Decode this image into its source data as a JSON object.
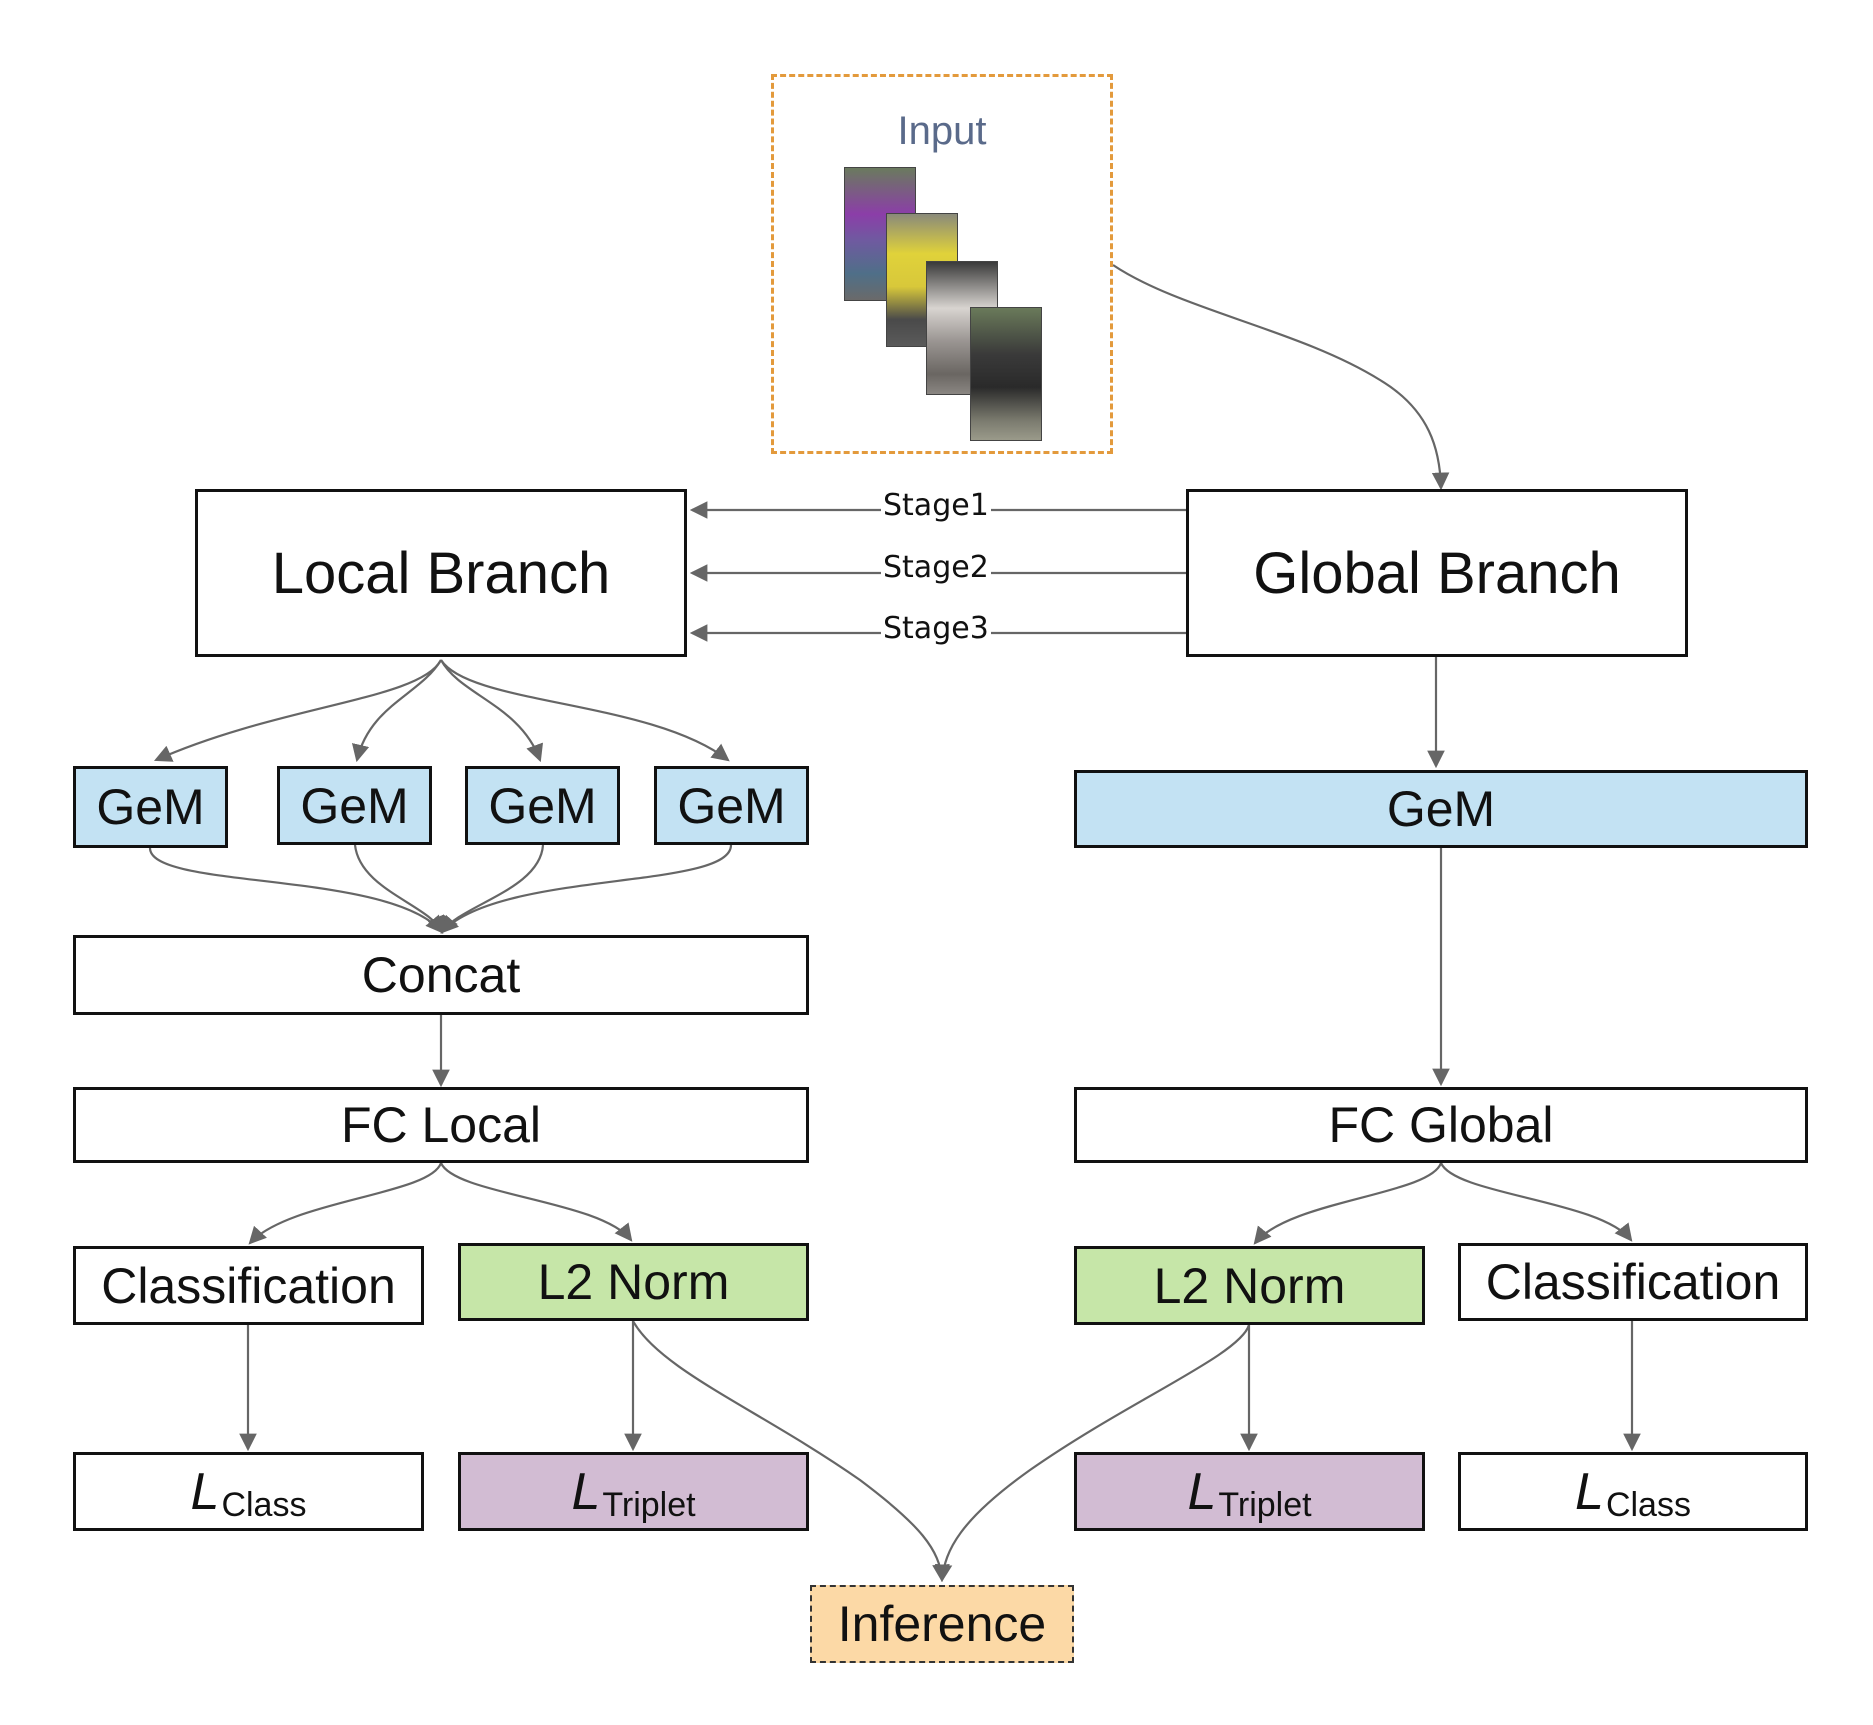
{
  "input": {
    "label": "Input"
  },
  "stages": {
    "s1": "Stage1",
    "s2": "Stage2",
    "s3": "Stage3"
  },
  "local": {
    "branch": "Local Branch",
    "gem": [
      "GeM",
      "GeM",
      "GeM",
      "GeM"
    ],
    "concat": "Concat",
    "fc": "FC Local",
    "classification": "Classification",
    "l2norm": "L2 Norm",
    "loss_class": {
      "symbol": "L",
      "sub": "Class"
    },
    "loss_triplet": {
      "symbol": "L",
      "sub": "Triplet"
    }
  },
  "global": {
    "branch": "Global Branch",
    "gem": "GeM",
    "fc": "FC Global",
    "l2norm": "L2 Norm",
    "classification": "Classification",
    "loss_triplet": {
      "symbol": "L",
      "sub": "Triplet"
    },
    "loss_class": {
      "symbol": "L",
      "sub": "Class"
    }
  },
  "inference": "Inference",
  "colors": {
    "gem": "#c3e2f3",
    "l2norm": "#c6e6a8",
    "triplet": "#d2bcd3",
    "inference": "#fcd9a6",
    "input_border": "#e39a3c",
    "arrow": "#666666"
  }
}
